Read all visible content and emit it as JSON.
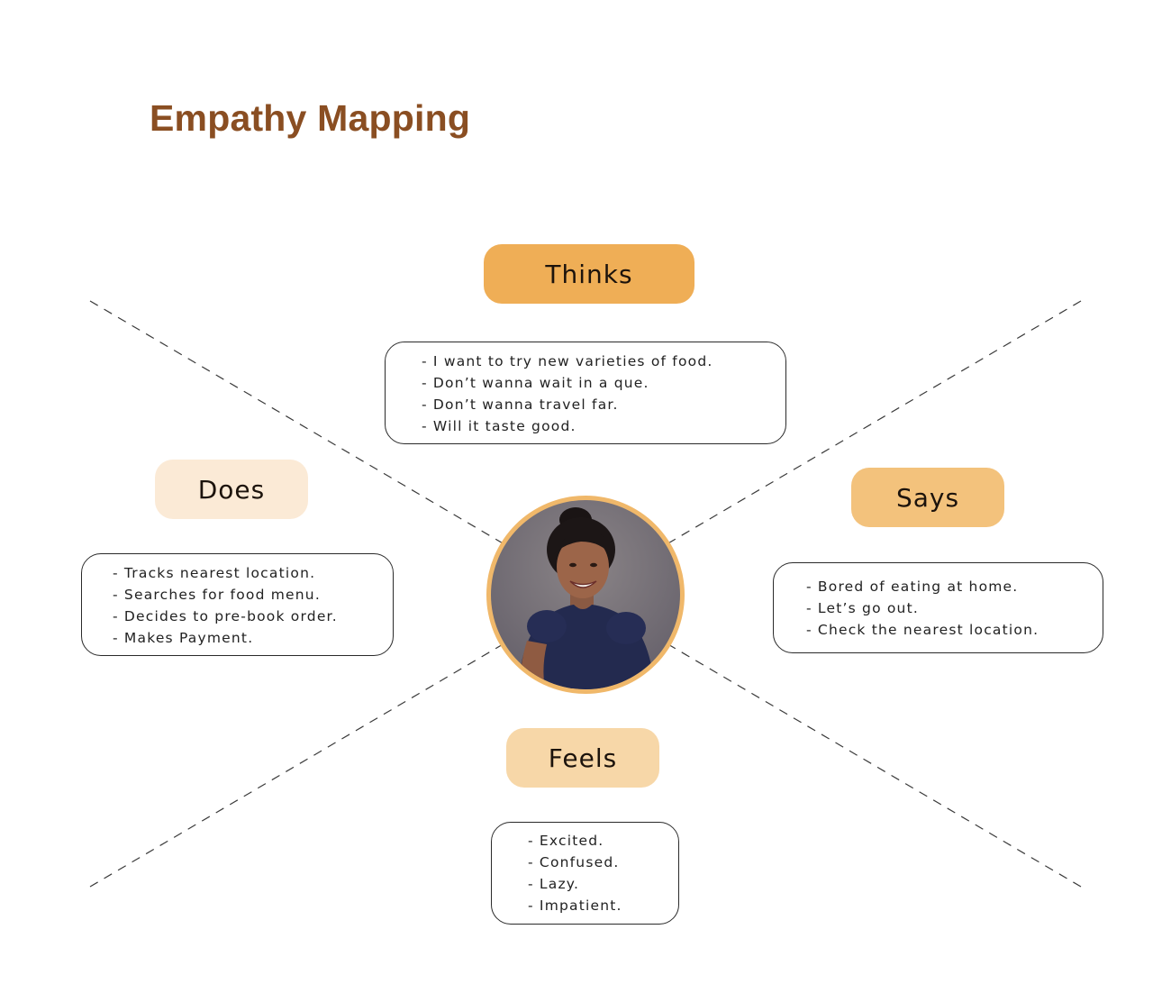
{
  "title": "Empathy Mapping",
  "colors": {
    "title": "#8a4e22",
    "thinks": "#efae56",
    "says": "#f3c27c",
    "feels": "#f7d7a8",
    "does": "#fbead6",
    "avatar_ring": "#f0b86a"
  },
  "center": {
    "icon": "person-photo-icon"
  },
  "quadrants": {
    "thinks": {
      "label": "Thinks",
      "items": [
        "I want to try new varieties of food.",
        "Don’t wanna wait in a que.",
        "Don’t wanna travel far.",
        "Will it taste good."
      ]
    },
    "does": {
      "label": "Does",
      "items": [
        "Tracks nearest location.",
        "Searches for food menu.",
        "Decides to pre-book order.",
        "Makes Payment."
      ]
    },
    "says": {
      "label": "Says",
      "items": [
        "Bored of eating at home.",
        "Let’s go out.",
        "Check the nearest location."
      ]
    },
    "feels": {
      "label": "Feels",
      "items": [
        "Excited.",
        "Confused.",
        "Lazy.",
        "Impatient."
      ]
    }
  }
}
